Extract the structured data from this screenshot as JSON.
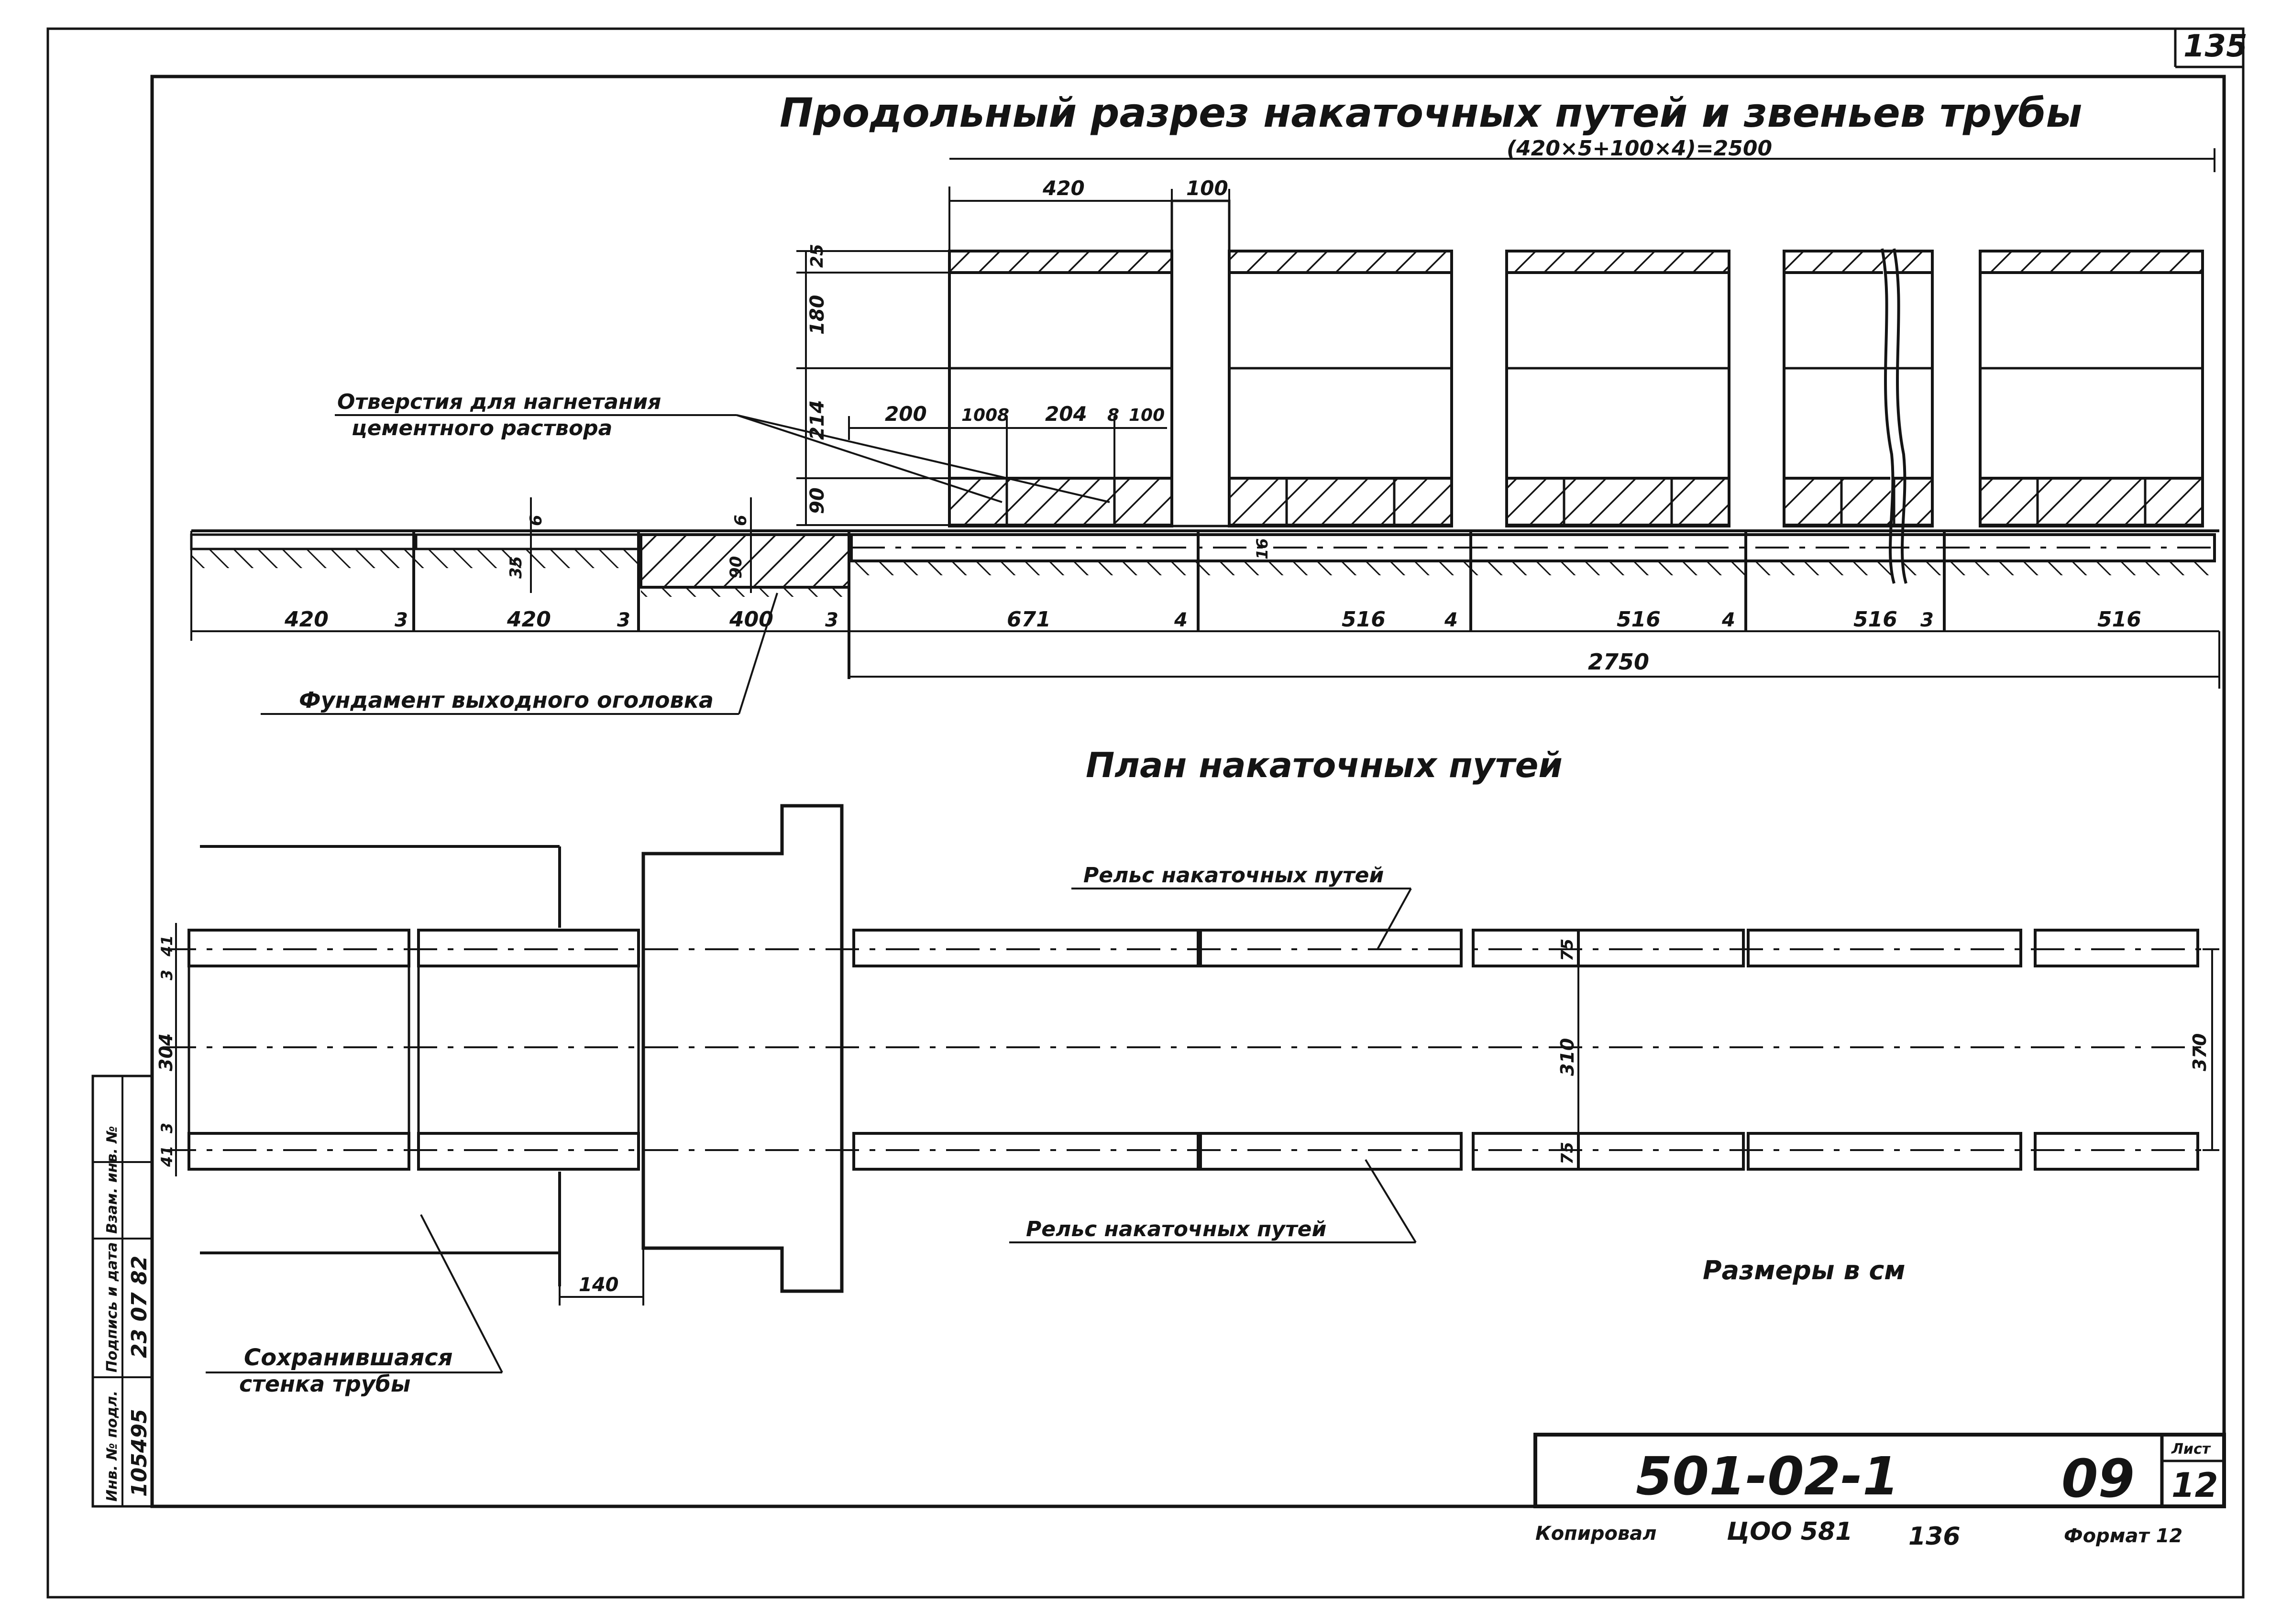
{
  "sheet": {
    "page_number": "135",
    "title_section": "Продольный разрез накаточных путей и звеньев трубы",
    "title_formula": "(420×5+100×4)=2500",
    "title_plan": "План накаточных путей",
    "units_note": "Размеры в см"
  },
  "section": {
    "dims_top": {
      "d420": "420",
      "d100": "100"
    },
    "heights": [
      "25",
      "180",
      "214",
      "90"
    ],
    "holes_dims": [
      "200",
      "100",
      "8",
      "204",
      "8",
      "100"
    ],
    "note_holes_line1": "Отверстия для нагнетания",
    "note_holes_line2": "цементного раствора",
    "found_dims": [
      "6",
      "35",
      "6",
      "90"
    ],
    "rail_dim": "16",
    "bottom_dims": [
      "420",
      "3",
      "420",
      "3",
      "400",
      "3",
      "671",
      "4",
      "516",
      "4",
      "516",
      "4",
      "516",
      "3",
      "516"
    ],
    "total": "2750",
    "note_foundation": "Фундамент выходного оголовка"
  },
  "plan": {
    "rail_label_top": "Рельс накаточных путей",
    "rail_label_bottom": "Рельс накаточных путей",
    "left_dims": [
      "41",
      "3",
      "304",
      "3",
      "41"
    ],
    "dim_75_top": "75",
    "dim_310": "310",
    "dim_75_bottom": "75",
    "dim_370": "370",
    "dim_140": "140",
    "note_wall_line1": "Сохранившаяся",
    "note_wall_line2": "стенка трубы"
  },
  "side_stamp": {
    "col1_header": "Инв. № подл.",
    "col1_value": "105495",
    "col2_header": "Подпись и дата",
    "col2_value": "23 07 82",
    "col3_header": "Взам. инв. №"
  },
  "title_block": {
    "code": "501-02-1",
    "sheet_code": "09",
    "sheet_label": "Лист",
    "sheet_number": "12",
    "copied_label": "Копировал",
    "order_code": "ЦОО 581",
    "order_number": "136",
    "format_label": "Формат 12"
  }
}
